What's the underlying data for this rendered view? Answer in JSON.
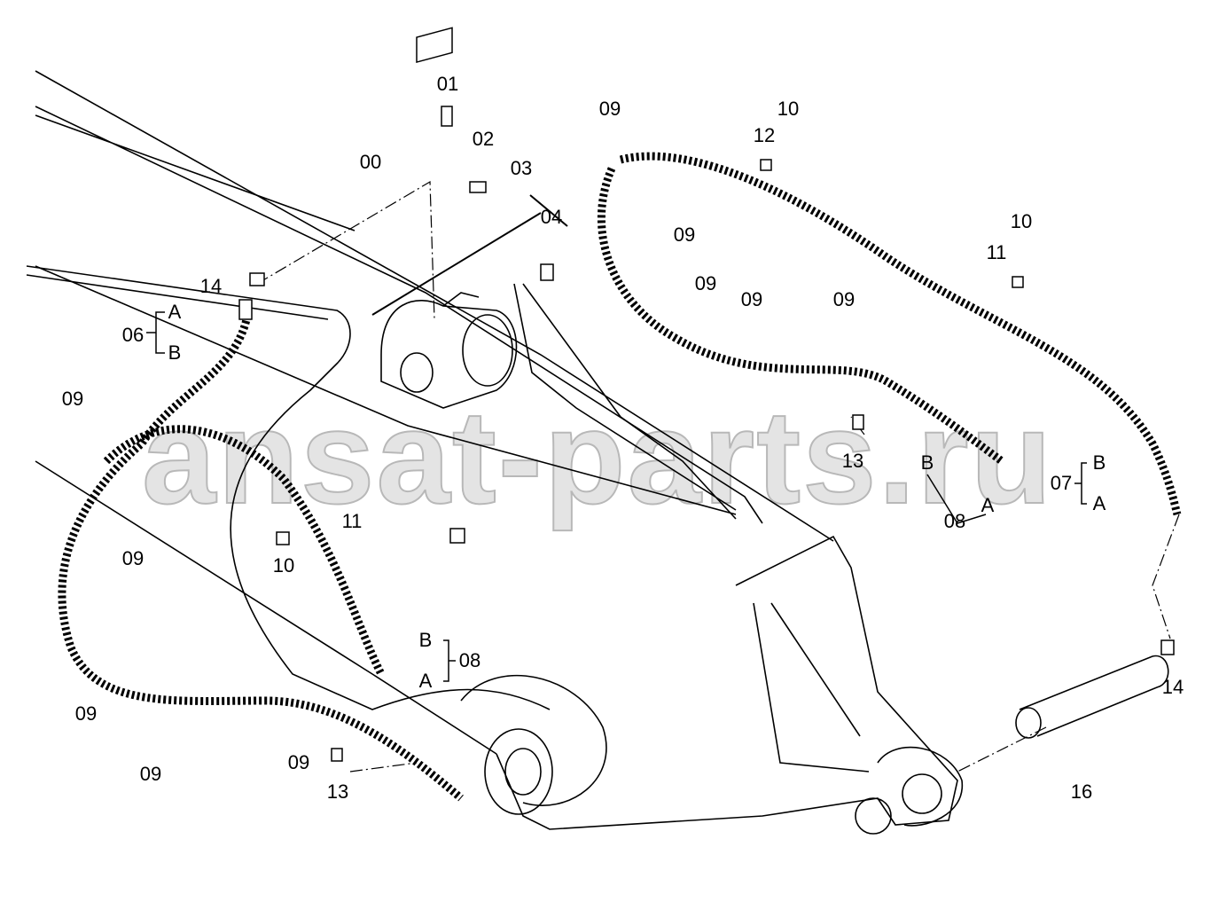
{
  "watermark": "ansat-parts.ru",
  "callouts": {
    "c00": "00",
    "c01": "01",
    "c02": "02",
    "c03": "03",
    "c04": "04",
    "c14a": "14",
    "c06": "06",
    "c06A": "A",
    "c06B": "B",
    "c09a": "09",
    "c11a": "11",
    "c10a": "10",
    "c09b": "09",
    "c08aB": "B",
    "c08a": "08",
    "c08aA": "A",
    "c09c": "09",
    "c09d": "09",
    "c09e": "09",
    "c13a": "13",
    "c09f": "09",
    "c10b": "10",
    "c12": "12",
    "c09g": "09",
    "c09h": "09",
    "c09i": "09",
    "c09j": "09",
    "c10c": "10",
    "c11b": "11",
    "c13b": "13",
    "c08bB": "B",
    "c08bA": "A",
    "c08b": "08",
    "c07": "07",
    "c07B": "B",
    "c07A": "A",
    "c14b": "14",
    "c16": "16"
  }
}
